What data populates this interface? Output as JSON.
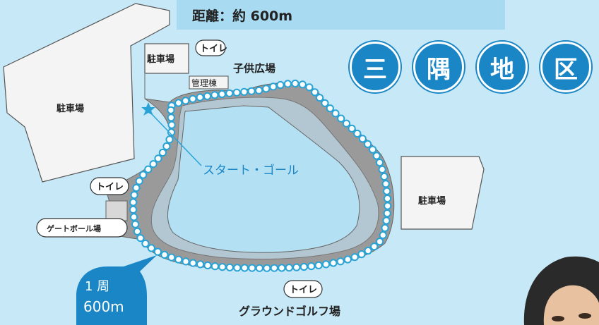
{
  "banner": {
    "text": "距離：約 600m"
  },
  "title_chars": [
    "三",
    "隅",
    "地",
    "区"
  ],
  "labels": {
    "parking_nw": "駐車場",
    "parking_top": "駐車場",
    "parking_e": "駐車場",
    "toilet": "トイレ",
    "kids_plaza": "子供広場",
    "office": "管理棟",
    "start_goal": "スタート・ゴール",
    "gateball": "ゲートボール場",
    "ground_golf": "グラウンドゴルフ場",
    "lap": "1 周",
    "lap_distance": "600m"
  },
  "colors": {
    "water": "#c7e8f6",
    "pond": "#b4e0f4",
    "path": "#9a9a9a",
    "route_marker": "#29a3d6",
    "badge": "#1a86c6"
  }
}
